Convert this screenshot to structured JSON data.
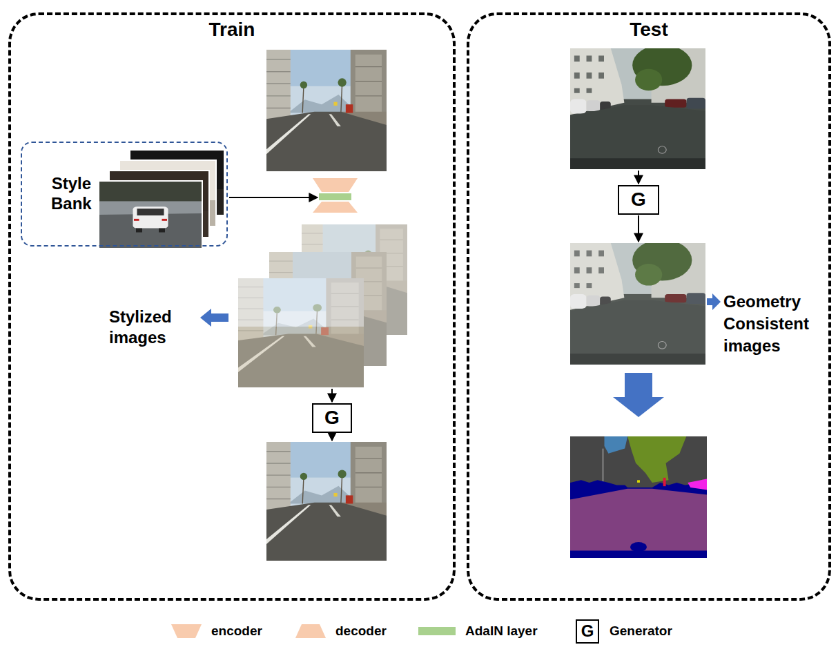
{
  "diagram": {
    "nodes": [
      {
        "text": [
          "Train"
        ]
      },
      {
        "text": [
          "Style Bank"
        ],
        "in": 0
      },
      {
        "text": [
          "G"
        ],
        "in": 0
      },
      {
        "text": [
          "Test"
        ]
      },
      {
        "text": [
          "G"
        ],
        "in": 3
      }
    ],
    "labels": [
      "Stylized images",
      "Geometry Consistent images",
      "G"
    ],
    "legend": [
      {
        "text": "encoder"
      },
      {
        "text": "decoder"
      },
      {
        "text": "AdaIN layer",
        "color": "#a9d18e"
      },
      {
        "text": "Generator"
      }
    ]
  }
}
